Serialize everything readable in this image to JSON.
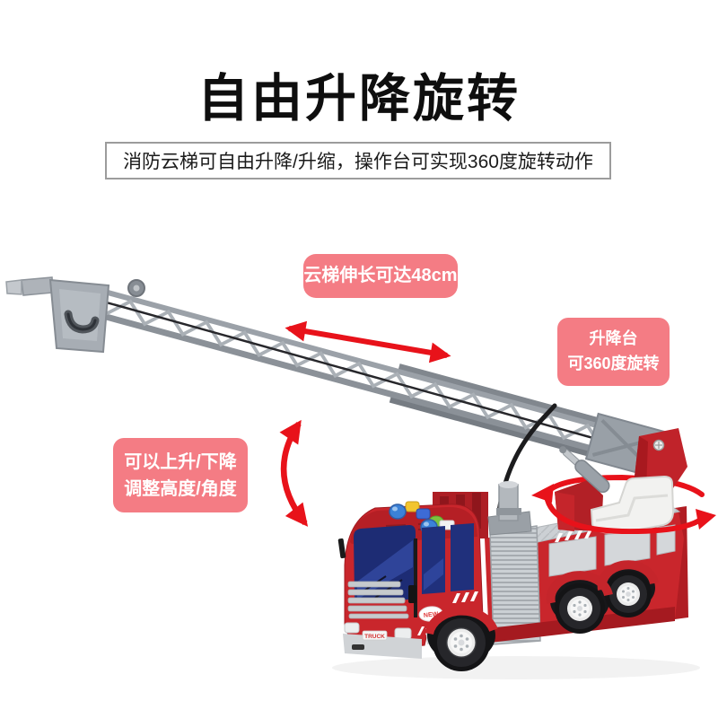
{
  "header": {
    "title": "自由升降旋转",
    "subtitle": "消防云梯可自由升降/升缩，操作台可实现360度旋转动作"
  },
  "callouts": {
    "ladder_length": {
      "text": "云梯伸长可达48cm"
    },
    "platform_rotation": {
      "line1": "升降台",
      "line2": "可360度旋转"
    },
    "lift_adjust": {
      "line1": "可以上升/下降",
      "line2": "调整高度/角度"
    }
  },
  "truck": {
    "badge": "NEW",
    "front_plate": "TRUCK"
  },
  "icons": {
    "extend_arrow": "double-headed-arrow",
    "lift_arrow": "curved-double-arrow",
    "rotate_arrow": "elliptical-rotation-arrow"
  },
  "colors": {
    "callout_pink": "#f47c84",
    "arrow_red": "#e8121a",
    "truck_red": "#c9262c",
    "ladder_gray": "#a0a6ad",
    "window_blue": "#1d2c74",
    "background": "#ffffff"
  }
}
